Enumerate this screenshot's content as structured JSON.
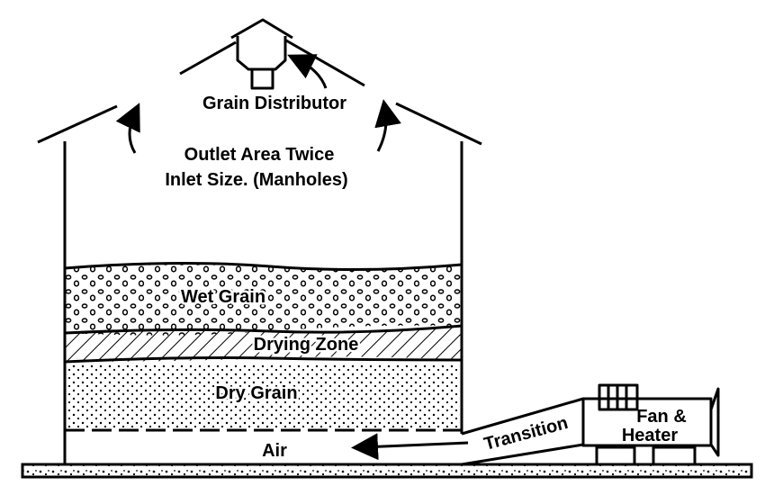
{
  "labels": {
    "distributor": "Grain Distributor",
    "outlet_line1": "Outlet Area Twice",
    "outlet_line2": "Inlet Size. (Manholes)",
    "wet_grain": "Wet Grain",
    "drying_zone": "Drying Zone",
    "dry_grain": "Dry Grain",
    "air": "Air",
    "transition": "Transition",
    "fan_line1": "Fan &",
    "fan_line2": "Heater"
  }
}
